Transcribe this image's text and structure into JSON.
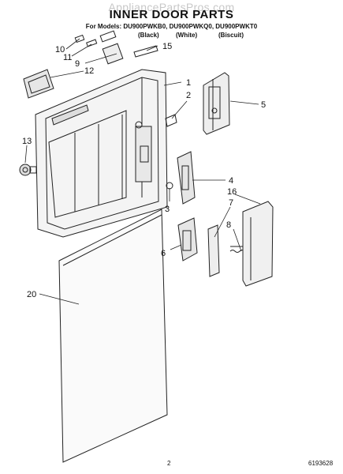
{
  "watermark": "AppliancePartsPros.com",
  "title": "INNER DOOR PARTS",
  "models_line": "For Models: DU900PWKB0, DU900PWKQ0, DU900PWKT0",
  "colors": {
    "black": "(Black)",
    "white": "(White)",
    "biscuit": "(Biscuit)"
  },
  "callouts": [
    "1",
    "2",
    "3",
    "4",
    "5",
    "6",
    "7",
    "8",
    "9",
    "10",
    "11",
    "12",
    "13",
    "15",
    "16",
    "20"
  ],
  "footer": {
    "page": "2",
    "doc": "6193628"
  }
}
